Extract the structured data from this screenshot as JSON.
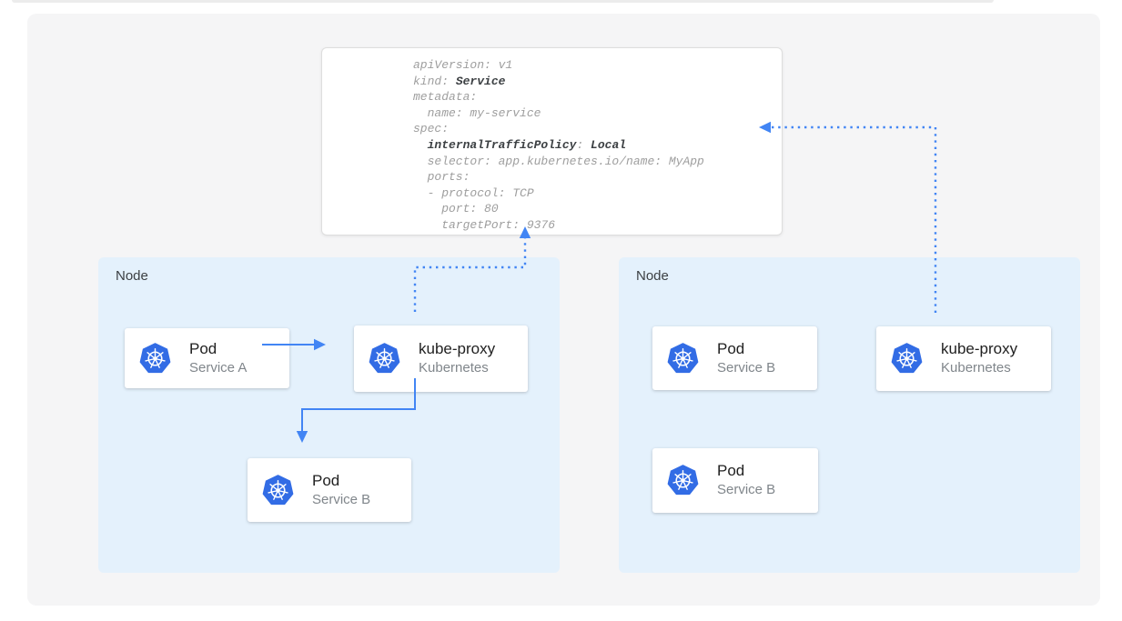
{
  "colors": {
    "accent_blue": "#4285F4",
    "kubernetes_blue": "#326CE5",
    "node_background": "#E4F1FC",
    "panel_background": "#F5F5F6",
    "card_background": "#FFFFFF",
    "code_dim_text": "#9E9E9E",
    "code_bold_text": "#3C4043",
    "card_title_text": "#212121",
    "card_subtitle_text": "#80868B"
  },
  "yaml_card": {
    "line1": "apiVersion: v1",
    "line2_key": "kind: ",
    "line2_value": "Service",
    "line3": "metadata:",
    "line4": "  name: my-service",
    "line5": "spec:",
    "line6_indent": "  ",
    "line6_key": "internalTrafficPolicy",
    "line6_sep": ": ",
    "line6_value": "Local",
    "line7": "  selector: app.kubernetes.io/name: MyApp",
    "line8": "  ports:",
    "line9": "  - protocol: TCP",
    "line10": "    port: 80",
    "line11": "    targetPort: 9376"
  },
  "nodes": [
    {
      "label": "Node",
      "cards": [
        {
          "icon": "kubernetes-icon",
          "title": "Pod",
          "subtitle": "Service A"
        },
        {
          "icon": "kubernetes-icon",
          "title": "kube-proxy",
          "subtitle": "Kubernetes"
        },
        {
          "icon": "kubernetes-icon",
          "title": "Pod",
          "subtitle": "Service B"
        }
      ]
    },
    {
      "label": "Node",
      "cards": [
        {
          "icon": "kubernetes-icon",
          "title": "Pod",
          "subtitle": "Service B"
        },
        {
          "icon": "kubernetes-icon",
          "title": "kube-proxy",
          "subtitle": "Kubernetes"
        },
        {
          "icon": "kubernetes-icon",
          "title": "Pod",
          "subtitle": "Service B"
        }
      ]
    }
  ]
}
